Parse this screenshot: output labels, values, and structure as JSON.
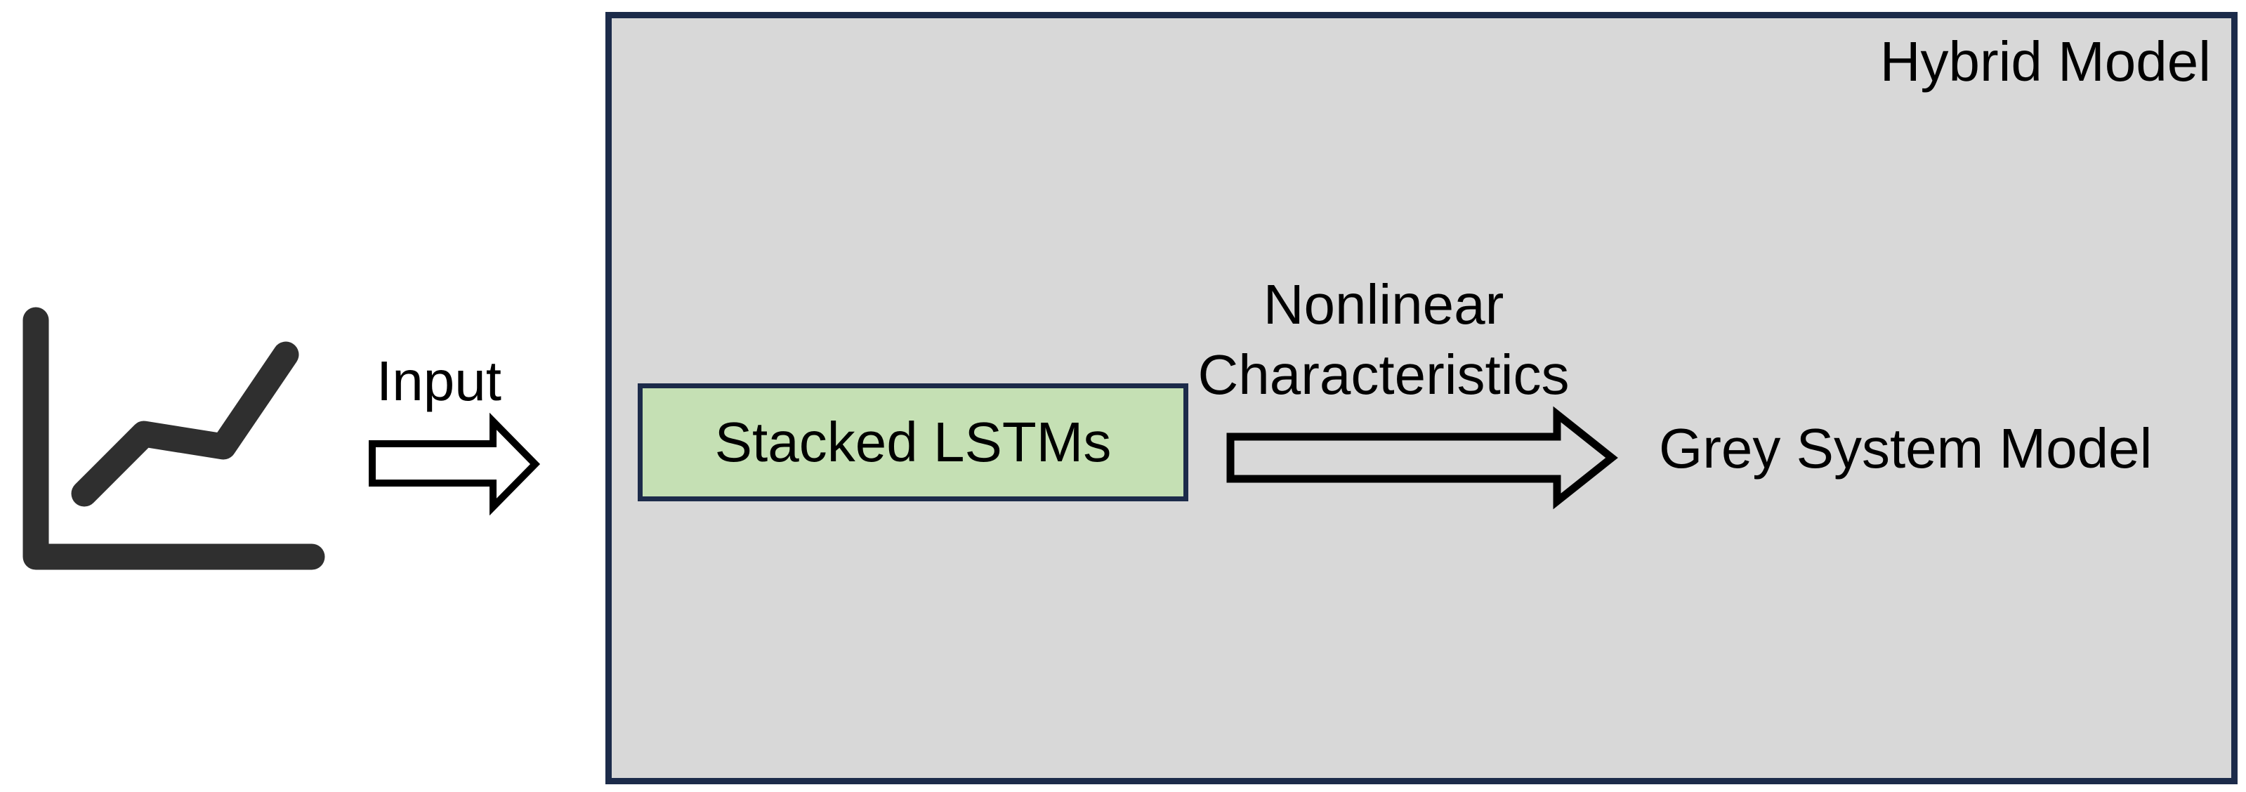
{
  "labels": {
    "input": "Input",
    "hybrid_model_title": "Hybrid Model",
    "stacked_lstms": "Stacked LSTMs",
    "nonlinear_line1": "Nonlinear",
    "nonlinear_line2": "Characteristics",
    "grey_system_model": "Grey System Model"
  },
  "icons": {
    "input_source": "line-chart-icon",
    "input_arrow": "right-arrow-icon",
    "nonlinear_arrow": "right-arrow-icon"
  },
  "colors": {
    "container_fill": "#D8D8D8",
    "container_border": "#1C2B4A",
    "lstm_fill": "#C5E0B4",
    "lstm_border": "#1C2B4A",
    "icon_color": "#2F2F2F",
    "arrow_stroke": "#000000",
    "arrow_fill": "#FFFFFF",
    "text_color": "#000000",
    "page_background": "#FFFFFF"
  }
}
